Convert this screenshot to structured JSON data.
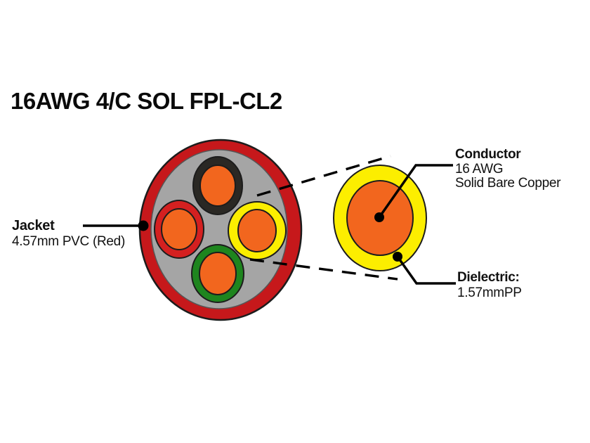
{
  "title": "16AWG 4/C SOL FPL-CL2",
  "labels": {
    "jacket": {
      "title": "Jacket",
      "desc": "4.57mm PVC (Red)"
    },
    "conductor": {
      "title": "Conductor",
      "line1": "16 AWG",
      "line2": "Solid Bare Copper"
    },
    "dielectric": {
      "title": "Dielectric:",
      "desc": "1.57mmPP"
    }
  },
  "colors": {
    "jacket_red": "#c6181b",
    "insulation_red": "#d42020",
    "insulation_black": "#2a2824",
    "insulation_yellow": "#fcee00",
    "insulation_green": "#1e851e",
    "conductor_orange": "#f2661e",
    "filler_gray": "#a5a5a5",
    "line_black": "#000000"
  }
}
